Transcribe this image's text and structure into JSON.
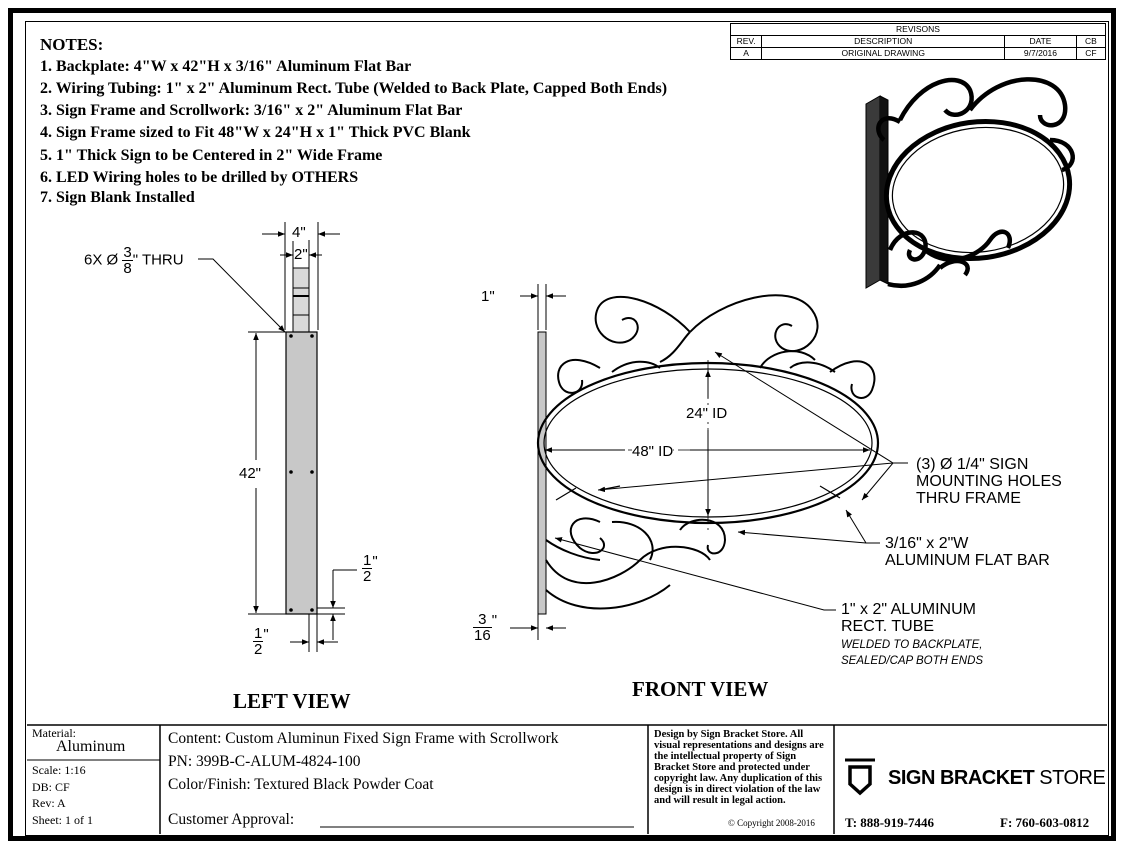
{
  "notes": {
    "title": "NOTES:",
    "items": [
      "1.  Backplate: 4\"W x 42\"H x 3/16\" Aluminum Flat Bar",
      "2.  Wiring Tubing: 1\" x 2\" Aluminum Rect. Tube (Welded to Back Plate, Capped Both Ends)",
      "3.  Sign Frame and Scrollwork: 3/16\" x 2\" Aluminum Flat Bar",
      "4.  Sign Frame sized to Fit 48\"W x 24\"H x 1\" Thick PVC Blank",
      "5.  1\" Thick Sign to be Centered in 2\" Wide Frame",
      "6.  LED Wiring holes to be drilled by OTHERS",
      "7. Sign Blank Installed"
    ]
  },
  "revisions": {
    "title": "REVISONS",
    "headers": [
      "REV.",
      "DESCRIPTION",
      "DATE",
      "CB"
    ],
    "rows": [
      [
        "A",
        "ORIGINAL DRAWING",
        "9/7/2016",
        "CF"
      ]
    ]
  },
  "left_view": {
    "label": "LEFT VIEW",
    "dim_width": "4\"",
    "dim_tube": "2\"",
    "dim_height": "42\"",
    "holes_prefix": "6X",
    "holes_diameter_symbol": "Ø",
    "holes_num": "3",
    "holes_den": "8",
    "holes_suffix": "\" THRU",
    "half_num": "1",
    "half_den": "2",
    "inch": "\""
  },
  "front_view": {
    "label": "FRONT VIEW",
    "dim_tube_width": "1\"",
    "dim_id_height": "24\" ID",
    "dim_id_width": "48\" ID",
    "plate_num": "3",
    "plate_den": "16",
    "callout_holes": [
      "(3)  Ø 1/4\" SIGN",
      "MOUNTING HOLES",
      "THRU FRAME"
    ],
    "callout_bar": [
      "3/16\" x 2\"W",
      "ALUMINUM FLAT BAR"
    ],
    "callout_tube": [
      "1\" x 2\" ALUMINUM",
      "RECT. TUBE"
    ],
    "callout_tube_note": [
      "WELDED TO BACKPLATE,",
      "SEALED/CAP BOTH ENDS"
    ]
  },
  "title_block": {
    "material_label": "Material:",
    "material": "Aluminum",
    "scale": "Scale: 1:16",
    "db": "DB: CF",
    "rev": "Rev: A",
    "sheet": "Sheet: 1 of 1",
    "content": "Content: Custom Aluminun Fixed Sign Frame with Scrollwork",
    "pn": "PN: 399B-C-ALUM-4824-100",
    "finish": "Color/Finish: Textured Black Powder Coat",
    "approval": "Customer Approval:",
    "copyright_notice": "Design by Sign Bracket Store. All visual representations and designs are the intellectual property of Sign Bracket Store and protected under copyright law. Any duplication of this design is in direct violation of the law and will result in legal action.",
    "copyright": "© Copyright 2008-2016",
    "company": "SIGN BRACKET",
    "company_suffix": " STORE",
    "phone": "T: 888-919-7446",
    "fax": "F: 760-603-0812"
  }
}
